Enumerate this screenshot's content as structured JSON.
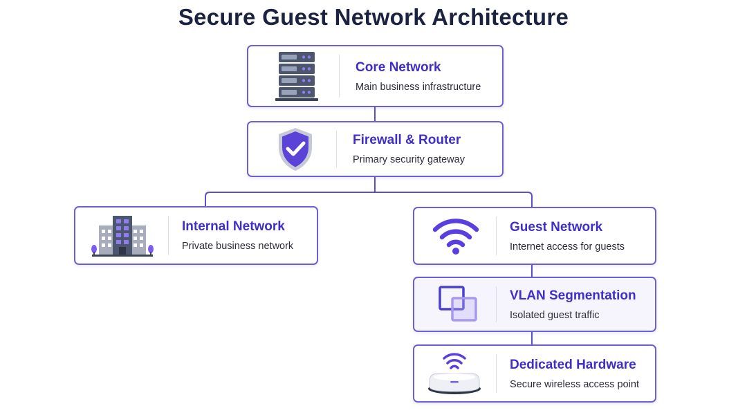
{
  "title": "Secure Guest Network Architecture",
  "colors": {
    "accent": "#4a3fd0",
    "border": "#6a5fd6",
    "title": "#1b2340"
  },
  "nodes": {
    "core": {
      "label": "Core Network",
      "sub": "Main business infrastructure",
      "icon": "server-rack-icon"
    },
    "firewall": {
      "label": "Firewall & Router",
      "sub": "Primary security gateway",
      "icon": "shield-check-icon"
    },
    "internal": {
      "label": "Internal Network",
      "sub": "Private business network",
      "icon": "office-building-icon"
    },
    "guest": {
      "label": "Guest Network",
      "sub": "Internet access for guests",
      "icon": "wifi-icon"
    },
    "vlan": {
      "label": "VLAN Segmentation",
      "sub": "Isolated guest traffic",
      "icon": "overlapping-squares-icon"
    },
    "hardware": {
      "label": "Dedicated Hardware",
      "sub": "Secure wireless access point",
      "icon": "access-point-icon"
    }
  }
}
